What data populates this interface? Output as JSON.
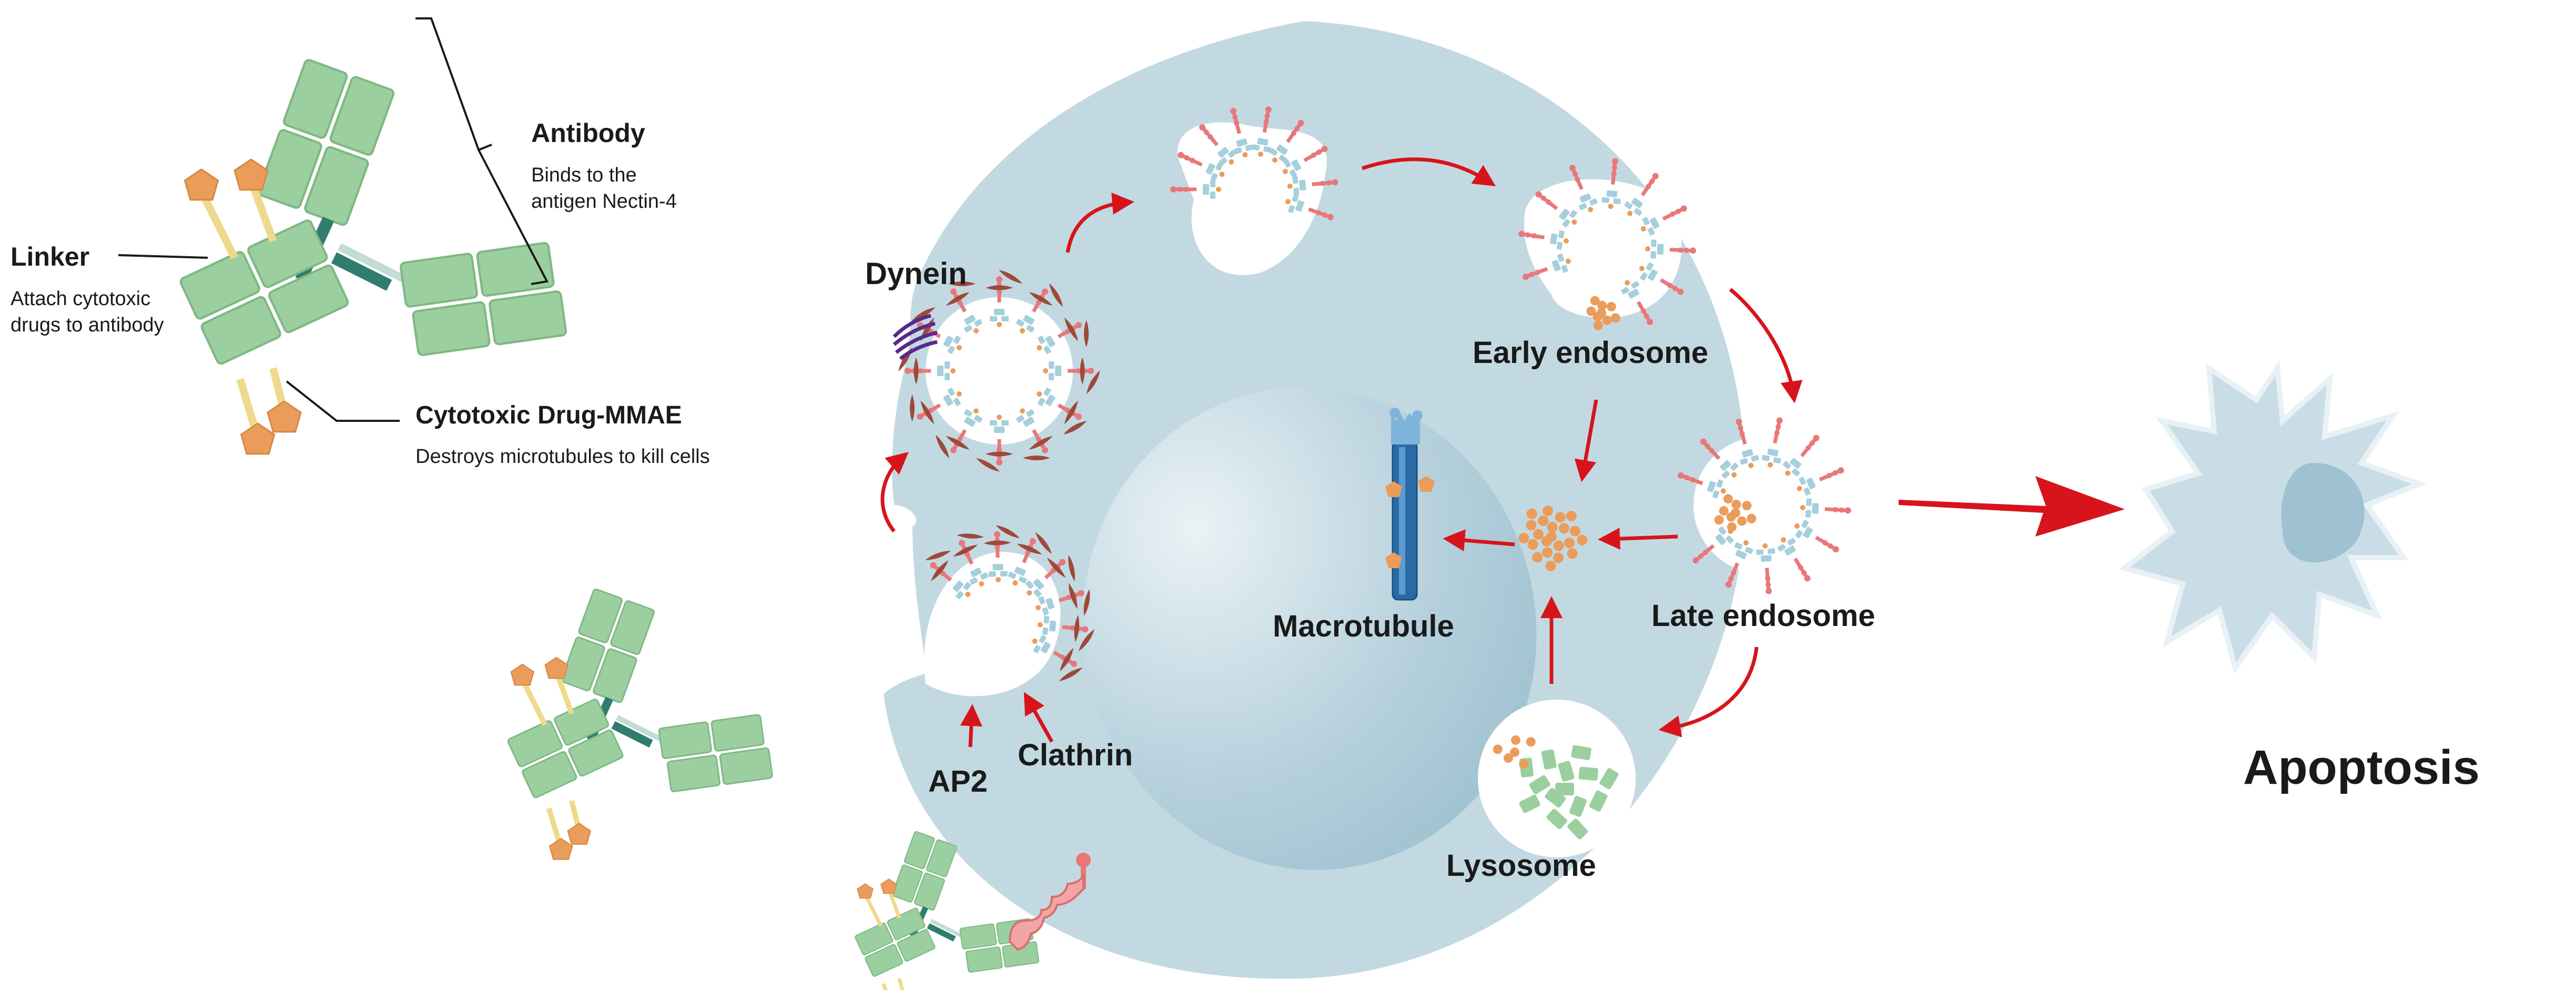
{
  "labels": {
    "antibody_title": "Antibody",
    "antibody_desc_line1": "Binds to the",
    "antibody_desc_line2": "antigen Nectin-4",
    "linker_title": "Linker",
    "linker_desc_line1": "Attach cytotoxic",
    "linker_desc_line2": "drugs to antibody",
    "drug_title": "Cytotoxic Drug-MMAE",
    "drug_desc": "Destroys microtubules to kill cells",
    "dynein": "Dynein",
    "early_endosome": "Early endosome",
    "late_endosome": "Late endosome",
    "macrotubule": "Macrotubule",
    "lysosome": "Lysosome",
    "ap2": "AP2",
    "clathrin": "Clathrin",
    "apoptosis": "Apoptosis"
  },
  "colors": {
    "cell_fill": "#c3d9e2",
    "nucleus_fill": "#a8c7d4",
    "antibody_green": "#9bcf9f",
    "antibody_dark": "#2f7d6e",
    "linker_yellow": "#efd98c",
    "drug_orange": "#ea9d5b",
    "arrow_red": "#d7141b",
    "clathrin_brown": "#9c4a3a",
    "receptor_pink": "#e9777a",
    "tubule_blue": "#2a6aa5",
    "apoptotic_cell": "#c9dde6"
  },
  "icons": {
    "dynein_icon": "dynein-motor-icon",
    "receptor_icon": "nectin4-receptor-icon"
  }
}
